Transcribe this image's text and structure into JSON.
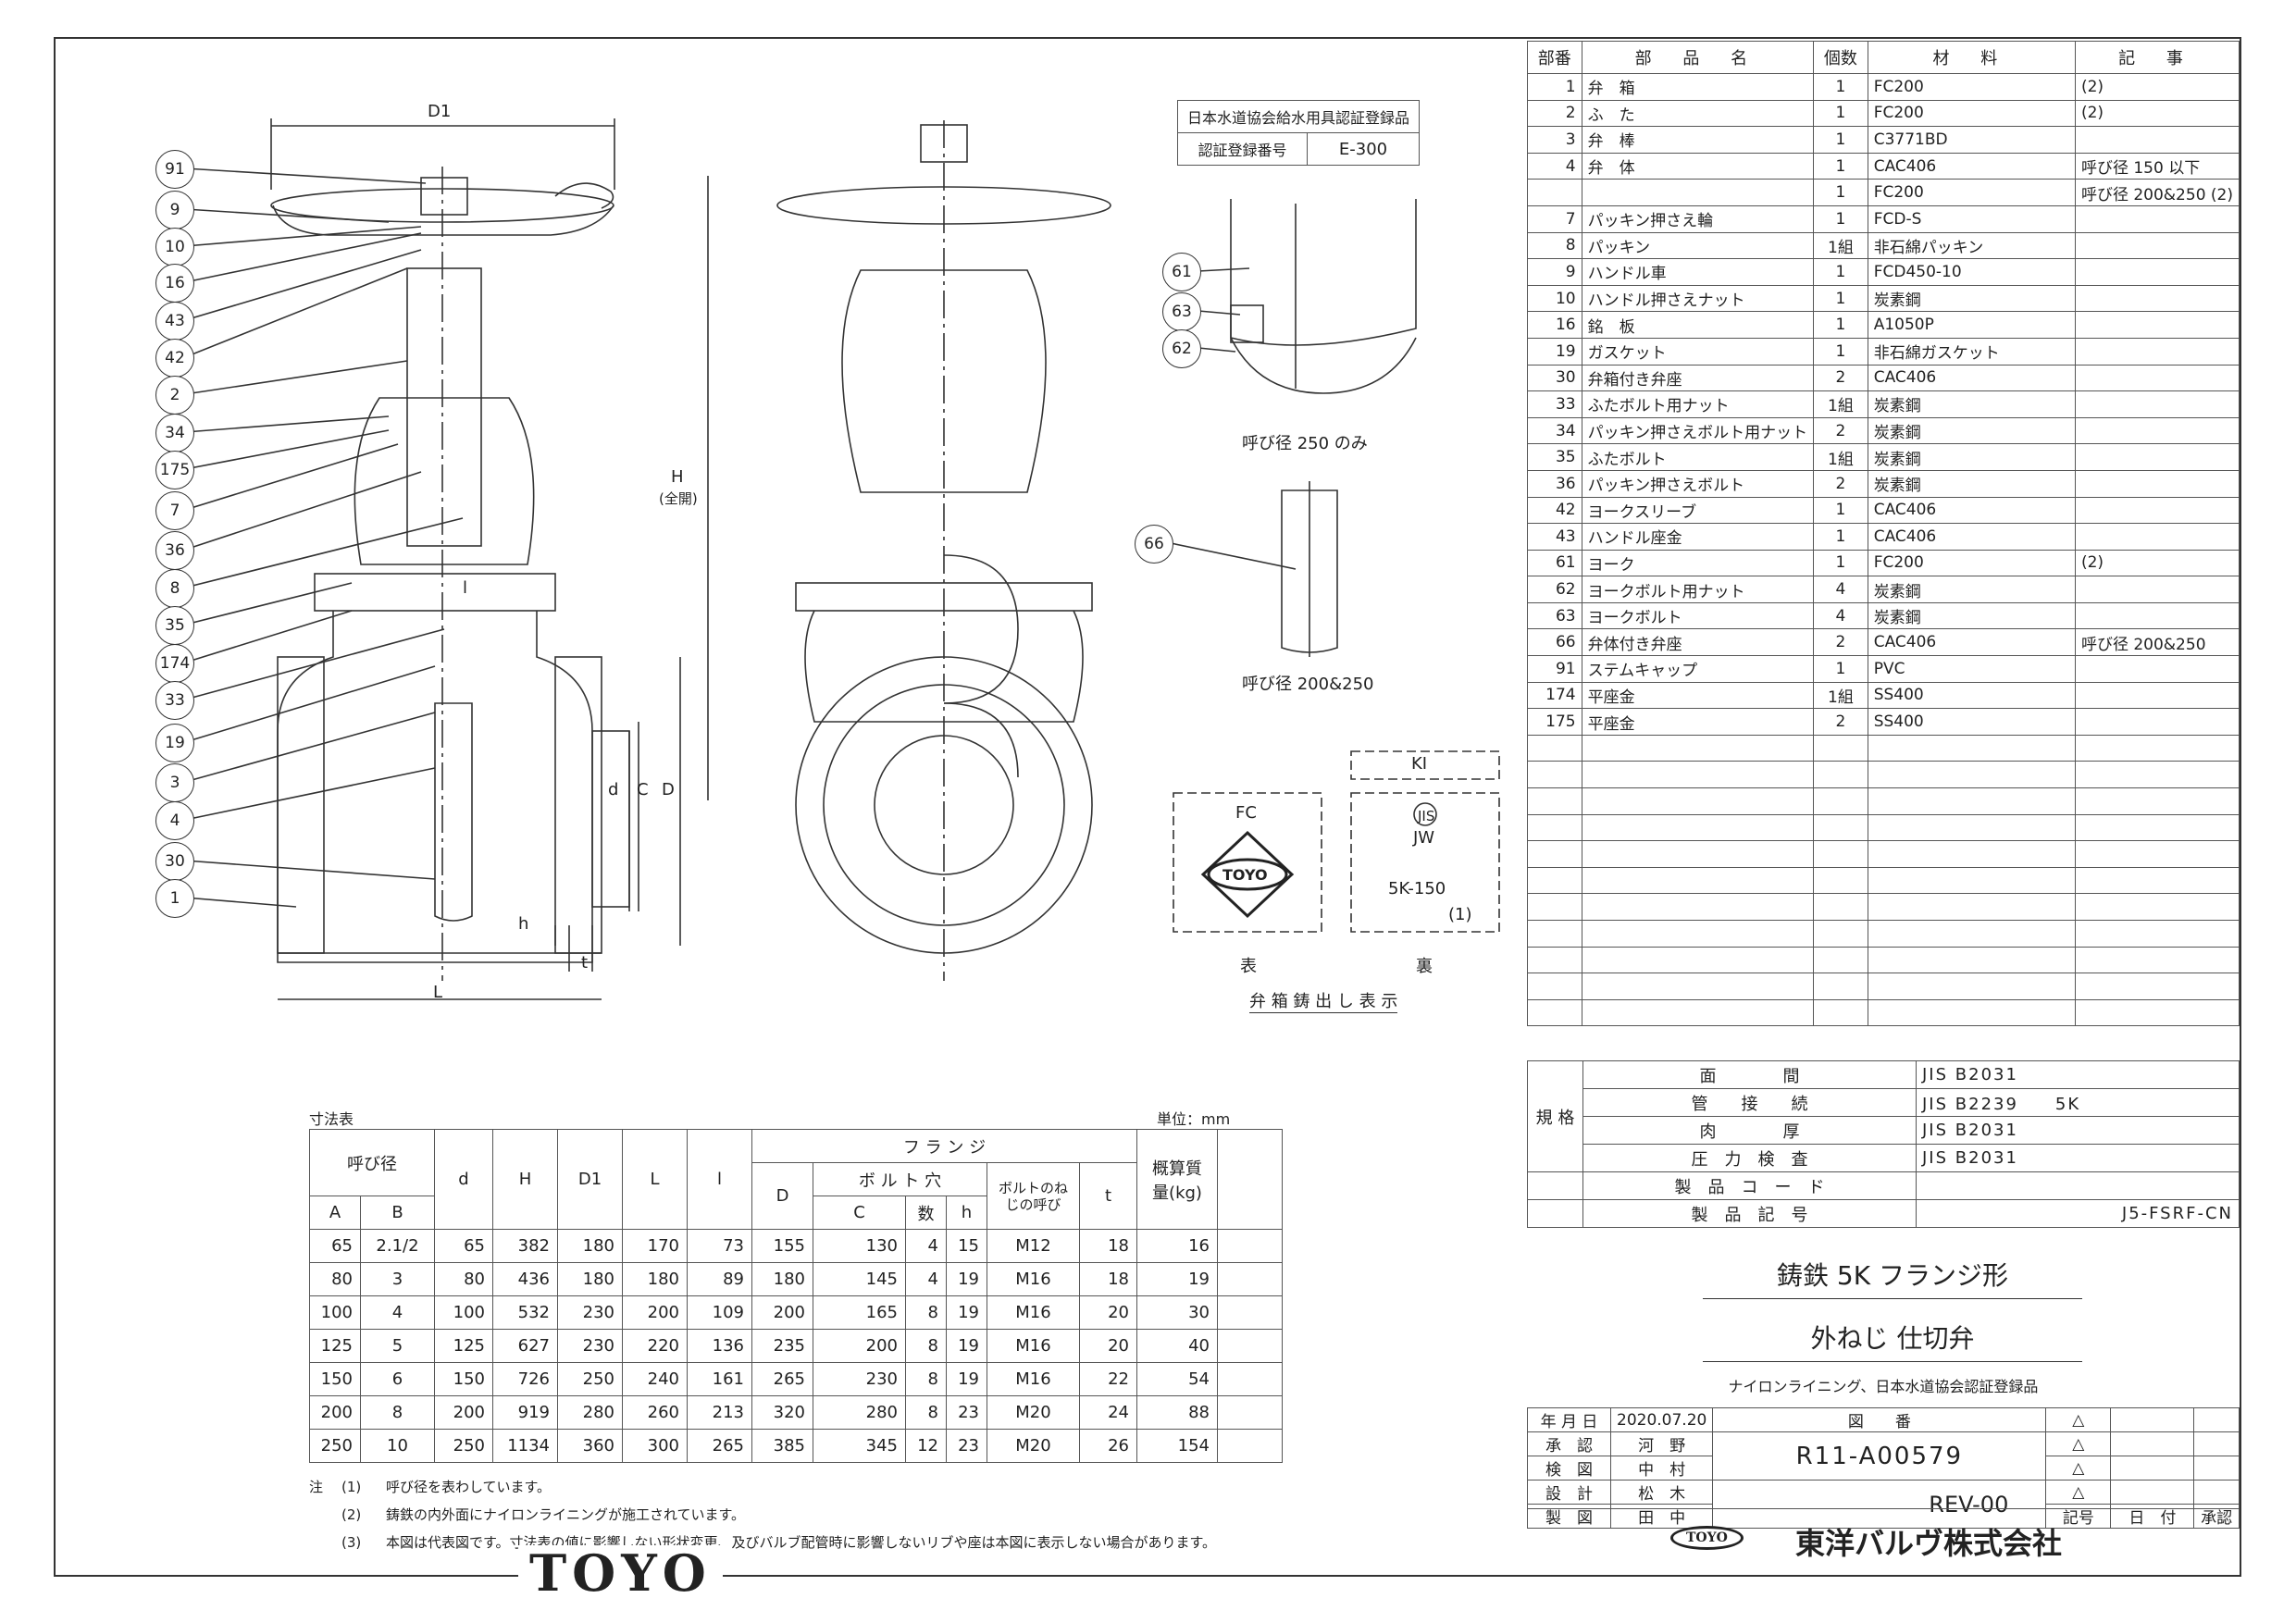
{
  "cert": {
    "title": "日本水道協会給水用具認証登録品",
    "label": "認証登録番号",
    "number": "E-300"
  },
  "drawing_labels": {
    "D1": "D1",
    "H": "H",
    "H_note": "(全開)",
    "d": "d",
    "C": "C",
    "D": "D",
    "L": "L",
    "h": "h",
    "t": "t",
    "l": "l",
    "balloons": [
      "91",
      "9",
      "10",
      "16",
      "43",
      "42",
      "2",
      "34",
      "175",
      "7",
      "36",
      "8",
      "35",
      "174",
      "33",
      "19",
      "3",
      "4",
      "30",
      "1"
    ],
    "detail_balloons": [
      "61",
      "63",
      "62",
      "66"
    ],
    "detail1_caption": "呼び径 250 のみ",
    "detail2_caption": "呼び径 200&250",
    "casting_front_label": "FC",
    "casting_back_code": "JW",
    "casting_back_rating": "5K-150",
    "casting_back_note": "(1)",
    "casting_back_tag": "KI",
    "casting_front_caption": "表",
    "casting_back_caption": "裏",
    "casting_caption": "弁 箱 鋳 出 し 表 示",
    "jis_mark": "JIS",
    "toyo": "TOYO"
  },
  "parts_header": {
    "no": "部番",
    "name": "部 品 名",
    "qty": "個数",
    "material": "材 料",
    "note": "記 事"
  },
  "parts": [
    {
      "no": "1",
      "name": "弁　箱",
      "qty": "1",
      "material": "FC200",
      "note": "(2)"
    },
    {
      "no": "2",
      "name": "ふ　た",
      "qty": "1",
      "material": "FC200",
      "note": "(2)"
    },
    {
      "no": "3",
      "name": "弁　棒",
      "qty": "1",
      "material": "C3771BD",
      "note": ""
    },
    {
      "no": "4",
      "name": "弁　体",
      "qty": "1",
      "material": "CAC406",
      "note": "呼び径 150 以下"
    },
    {
      "no": "",
      "name": "",
      "qty": "1",
      "material": "FC200",
      "note": "呼び径 200&250 (2)"
    },
    {
      "no": "7",
      "name": "パッキン押さえ輪",
      "qty": "1",
      "material": "FCD-S",
      "note": ""
    },
    {
      "no": "8",
      "name": "パッキン",
      "qty": "1組",
      "material": "非石綿パッキン",
      "note": ""
    },
    {
      "no": "9",
      "name": "ハンドル車",
      "qty": "1",
      "material": "FCD450-10",
      "note": ""
    },
    {
      "no": "10",
      "name": "ハンドル押さえナット",
      "qty": "1",
      "material": "炭素鋼",
      "note": ""
    },
    {
      "no": "16",
      "name": "銘　板",
      "qty": "1",
      "material": "A1050P",
      "note": ""
    },
    {
      "no": "19",
      "name": "ガスケット",
      "qty": "1",
      "material": "非石綿ガスケット",
      "note": ""
    },
    {
      "no": "30",
      "name": "弁箱付き弁座",
      "qty": "2",
      "material": "CAC406",
      "note": ""
    },
    {
      "no": "33",
      "name": "ふたボルト用ナット",
      "qty": "1組",
      "material": "炭素鋼",
      "note": ""
    },
    {
      "no": "34",
      "name": "パッキン押さえボルト用ナット",
      "qty": "2",
      "material": "炭素鋼",
      "note": ""
    },
    {
      "no": "35",
      "name": "ふたボルト",
      "qty": "1組",
      "material": "炭素鋼",
      "note": ""
    },
    {
      "no": "36",
      "name": "パッキン押さえボルト",
      "qty": "2",
      "material": "炭素鋼",
      "note": ""
    },
    {
      "no": "42",
      "name": "ヨークスリーブ",
      "qty": "1",
      "material": "CAC406",
      "note": ""
    },
    {
      "no": "43",
      "name": "ハンドル座金",
      "qty": "1",
      "material": "CAC406",
      "note": ""
    },
    {
      "no": "61",
      "name": "ヨーク",
      "qty": "1",
      "material": "FC200",
      "note": "(2)"
    },
    {
      "no": "62",
      "name": "ヨークボルト用ナット",
      "qty": "4",
      "material": "炭素鋼",
      "note": ""
    },
    {
      "no": "63",
      "name": "ヨークボルト",
      "qty": "4",
      "material": "炭素鋼",
      "note": ""
    },
    {
      "no": "66",
      "name": "弁体付き弁座",
      "qty": "2",
      "material": "CAC406",
      "note": "呼び径 200&250"
    },
    {
      "no": "91",
      "name": "ステムキャップ",
      "qty": "1",
      "material": "PVC",
      "note": ""
    },
    {
      "no": "174",
      "name": "平座金",
      "qty": "1組",
      "material": "SS400",
      "note": ""
    },
    {
      "no": "175",
      "name": "平座金",
      "qty": "2",
      "material": "SS400",
      "note": ""
    }
  ],
  "specs": {
    "group_label": "規 格",
    "rows": [
      {
        "label": "面　　　　間",
        "value": "JIS B2031"
      },
      {
        "label": "管　　接　　続",
        "value": "JIS B2239　　5K"
      },
      {
        "label": "肉　　　　厚",
        "value": "JIS B2031"
      },
      {
        "label": "圧　力　検　査",
        "value": "JIS B2031"
      },
      {
        "label": "製　品　コ　ー　ド",
        "value": ""
      },
      {
        "label": "製　品　記　号",
        "value": "J5-FSRF-CN"
      }
    ]
  },
  "title": {
    "line1": "鋳鉄 5K フランジ形",
    "line2": "外ねじ 仕切弁",
    "sub": "ナイロンライニング、日本水道協会認証登録品"
  },
  "revision": {
    "date_label": "年 月 日",
    "date": "2020.07.20",
    "drawing_label": "図　　番",
    "approve": "承　認",
    "approve_name": "河　野",
    "check": "検　図",
    "check_name": "中　村",
    "design": "設　計",
    "design_name": "松　木",
    "draw": "製　図",
    "draw_name": "田　中",
    "drawing_no": "R11-A00579",
    "rev": "REV-00",
    "col_mark": "記号",
    "col_date": "日　付",
    "col_approve": "承認"
  },
  "company": {
    "badge": "TOYO",
    "name": "東洋バルヴ株式会社"
  },
  "dim_table": {
    "title": "寸法表",
    "unit": "単位：mm",
    "h_nominal": "呼び径",
    "h_A": "A",
    "h_B": "B",
    "h_d": "d",
    "h_H": "H",
    "h_D1": "D1",
    "h_L": "L",
    "h_l": "l",
    "h_flange": "フ ラ ン ジ",
    "h_D": "D",
    "h_bolt": "ボ ル ト 穴",
    "h_C": "C",
    "h_count": "数",
    "h_h": "h",
    "h_thread": "ボルトのねじの呼び",
    "h_t": "t",
    "h_mass": "概算質量(kg)",
    "rows": [
      [
        "65",
        "2.1/2",
        "65",
        "382",
        "180",
        "170",
        "73",
        "155",
        "130",
        "4",
        "15",
        "M12",
        "18",
        "16"
      ],
      [
        "80",
        "3",
        "80",
        "436",
        "180",
        "180",
        "89",
        "180",
        "145",
        "4",
        "19",
        "M16",
        "18",
        "19"
      ],
      [
        "100",
        "4",
        "100",
        "532",
        "230",
        "200",
        "109",
        "200",
        "165",
        "8",
        "19",
        "M16",
        "20",
        "30"
      ],
      [
        "125",
        "5",
        "125",
        "627",
        "230",
        "220",
        "136",
        "235",
        "200",
        "8",
        "19",
        "M16",
        "20",
        "40"
      ],
      [
        "150",
        "6",
        "150",
        "726",
        "250",
        "240",
        "161",
        "265",
        "230",
        "8",
        "19",
        "M16",
        "22",
        "54"
      ],
      [
        "200",
        "8",
        "200",
        "919",
        "280",
        "260",
        "213",
        "320",
        "280",
        "8",
        "23",
        "M20",
        "24",
        "88"
      ],
      [
        "250",
        "10",
        "250",
        "1134",
        "360",
        "300",
        "265",
        "385",
        "345",
        "12",
        "23",
        "M20",
        "26",
        "154"
      ]
    ]
  },
  "notes": {
    "label": "注",
    "items": [
      {
        "no": "(1)",
        "text": "呼び径を表わしています。"
      },
      {
        "no": "(2)",
        "text": "鋳鉄の内外面にナイロンライニングが施工されています。"
      },
      {
        "no": "(3)",
        "text": "本図は代表図です。寸法表の値に影響しない形状変更、及びバルブ配管時に影響しないリブや座は本図に表示しない場合があります。"
      }
    ]
  },
  "footer_logo": "TOYO"
}
